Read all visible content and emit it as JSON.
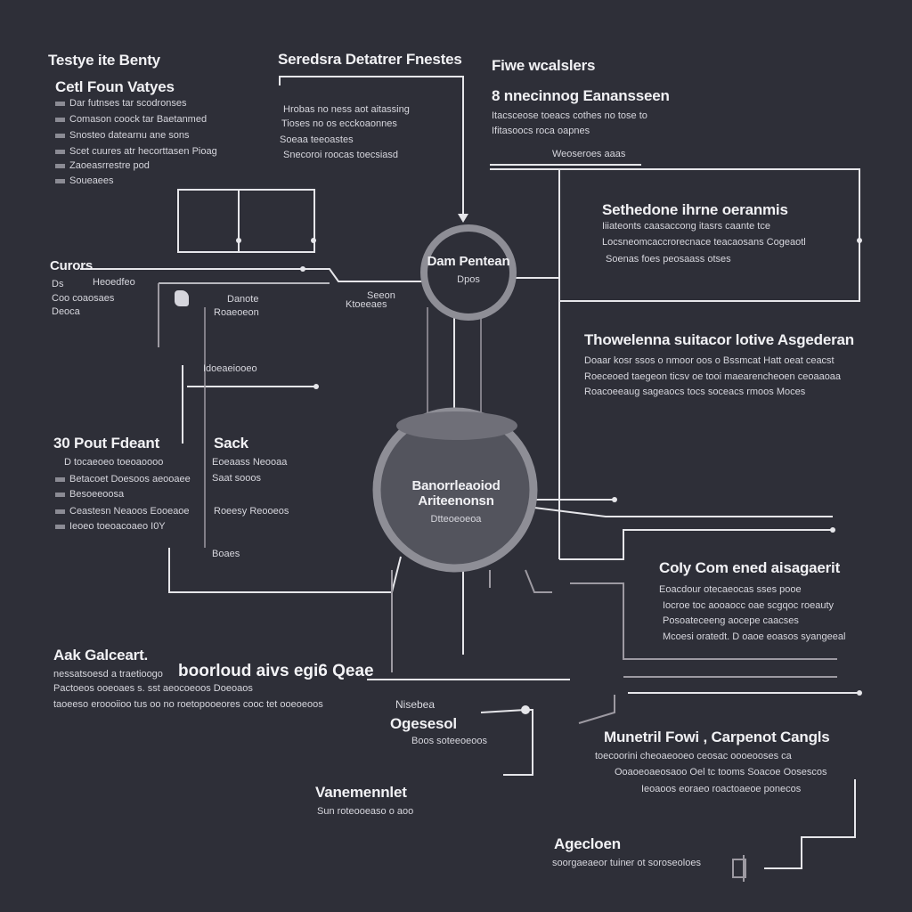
{
  "colors": {
    "background": "#2e2f38",
    "line": "#e6e6ea",
    "line_muted": "#9d9aa2",
    "node_ring": "#8e8e96",
    "node_fill_large": "#53545d"
  },
  "top_left": {
    "title": "Testye ite Benty",
    "subtitle": "Cetl Foun  Vatyes",
    "items": [
      "Dar futnses tar scodronses",
      "Comason coock tar Baetanmed",
      "Snosteo datearnu ane sons",
      "Scet cuures atr hecorttasen Pioag",
      "Zaoeasrrestre pod",
      "Soueaees"
    ]
  },
  "top_center": {
    "title": "Seredsra Detatrer Fnestes",
    "lines": [
      "Hrobas no ness aot aitassing",
      "Tioses no os ecckoaonnes",
      "Soeaa teeoastes",
      "Snecoroi roocas toecsiasd"
    ]
  },
  "top_right": {
    "title": "Fiwe wcalslers",
    "subtitle": "8 nnecinnog Eanansseen",
    "lines": [
      "Itacsceose toeacs cothes no tose to",
      "Ifitasoocs roca oapnes"
    ],
    "wire_label": "Weoseroes aaas"
  },
  "right_1": {
    "title": "Sethedone ihrne oeranmis",
    "lines": [
      "Iiiateonts caasaccong itasrs caante tce",
      "Locsneomcaccrorecnace teacaosans Cogeaotl",
      "Soenas foes peosaass otses"
    ]
  },
  "right_2": {
    "title": "Thowelenna suitacor lotive Asgederan",
    "lines": [
      "Doaar kosr ssos o nmoor oos o Bssmcat Hatt oeat ceacst",
      "Roeceoed taegeon ticsv oe tooi maearencheoen ceoaaoaa",
      "Roacoeeaug sageaocs tocs soceacs rmoos Moces"
    ]
  },
  "right_3": {
    "title": "CoIy Com ened aisagaerit",
    "lines": [
      "Eoacdour otecaeocas sses pooe",
      "Iocroe toc aooaocc oae scgqoc roeauty",
      "Posoateceeng aocepe caacses",
      "Mcoesi oratedt. D oaoe eoasos syangeeal"
    ]
  },
  "right_4": {
    "title": "Munetril Fowi , Carpenot Cangls",
    "lines": [
      "toecoorini cheoaeooeo ceosac oooeooses ca",
      "Ooaoeoaeosaoo Oel tc tooms Soacoe Oosescos",
      "Ieoaoos eoraeo roactoaeoe ponecos"
    ]
  },
  "bottom_right": {
    "title": "Agecloen",
    "line": "soorgaeaeor tuiner ot soroseoloes"
  },
  "left_mid": {
    "title": "Curors",
    "lines": [
      "Ds",
      "Coo coaosaes",
      "Deoca"
    ],
    "callouts": [
      "Heoedfeo",
      "Danote",
      "Roaeoeon",
      "Seeon",
      "Ktoeeaes"
    ]
  },
  "left_lower": {
    "title": "30 Pout Fdeant",
    "lines": [
      "D tocaeoeo toeoaoooo",
      "Betacoet Doesoos aeooaee",
      "Besoeeoosa",
      "Ceastesn Neaoos Eooeaoe",
      "Ieoeo toeoacoaeo I0Y"
    ],
    "mid_title": "Sack",
    "mid_lines": [
      "Eoeaass Neooaa",
      "Saat sooos",
      "Roeesy Reooeos",
      "Boaes"
    ],
    "mid_label": "Idoeaeiooeo"
  },
  "bottom_left": {
    "title": "Aak Galceart.",
    "big_line": "boorloud aivs egi6 Qeae",
    "lines": [
      "nessatsoesd a traetioogo",
      "Pactoeos ooeoaes s. sst aeocoeoos Doeoaos",
      "taoeeso eroooiioo tus oo no roetopooeores cooc tet ooeoeoos"
    ]
  },
  "bottom_center": {
    "label_top": "Nisebea",
    "title": "Ogesesol",
    "line": "Boos soteeoeoos"
  },
  "bottom_left_center": {
    "title": "Vanemennlet",
    "line": "Sun roteooeaso o aoo"
  },
  "nodes": {
    "small": {
      "title": "Dam Pentean",
      "sub": "Dpos"
    },
    "large": {
      "title": "Banorrleaoiod Ariteenonsn",
      "sub": "Dtteoeoeoa"
    }
  }
}
